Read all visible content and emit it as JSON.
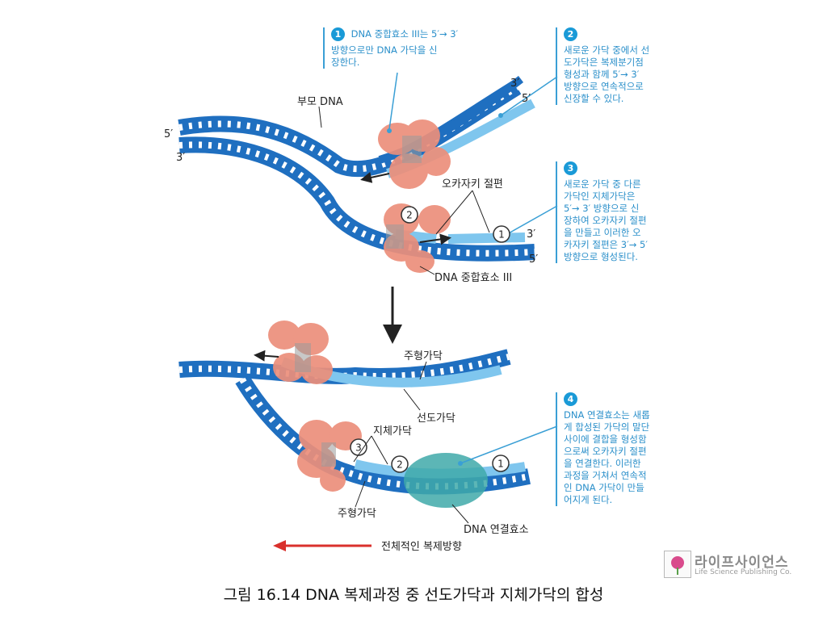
{
  "notes": [
    {
      "num": "1",
      "text": "DNA 중합효소 III는 5′→ 3′\n방향으로만 DNA 가닥을 신\n장한다."
    },
    {
      "num": "2",
      "text": "새로운 가닥 중에서 선\n도가닥은 복제분기점\n형성과 함께 5′→ 3′\n방향으로 연속적으로\n신장할 수 있다."
    },
    {
      "num": "3",
      "text": "새로운 가닥 중 다른\n가닥인 지체가닥은\n5′→ 3′ 방향으로 신\n장하여 오카자키 절편\n을 만들고 이러한 오\n카자키 절편은 3′→ 5′\n방향으로 형성된다."
    },
    {
      "num": "4",
      "text": "DNA 연결효소는 새롭\n게 합성된 가닥의 말단\n사이에 결합을 형성함\n으로써 오카자키 절편\n을 연결한다. 이러한\n과정을 거쳐서 연속적\n인 DNA 가닥이 만들\n어지게 된다."
    }
  ],
  "labels": {
    "parent_dna": "부모 DNA",
    "okazaki": "오카자키 절편",
    "pol3": "DNA 중합효소 III",
    "template1": "주형가닥",
    "leading": "선도가닥",
    "lagging": "지체가닥",
    "template2": "주형가닥",
    "ligase": "DNA 연결효소",
    "overall": "전체적인 복제방향"
  },
  "ends": {
    "top_left_5": "5′",
    "top_left_3": "3′",
    "top_right_3": "3′",
    "top_right_5": "5′",
    "lower_right_3": "3′",
    "lower_right_5": "5′"
  },
  "markers": {
    "m1a": "1",
    "m2a": "2",
    "m3": "3",
    "m2b": "2",
    "m1b": "1"
  },
  "logo": {
    "name": "라이프사이언스",
    "sub": "Life Science Publishing Co."
  },
  "caption": "그림 16.14  DNA 복제과정 중 선도가닥과 지체가닥의 합성",
  "colors": {
    "template_strand": "#1f6fc0",
    "new_strand": "#7fc6ee",
    "rung": "#ffffff",
    "polymerase": "#ec8f7b",
    "ligase": "#3fa9a9",
    "note_text": "#2a8fca",
    "direction_arrow": "#d9302c"
  }
}
